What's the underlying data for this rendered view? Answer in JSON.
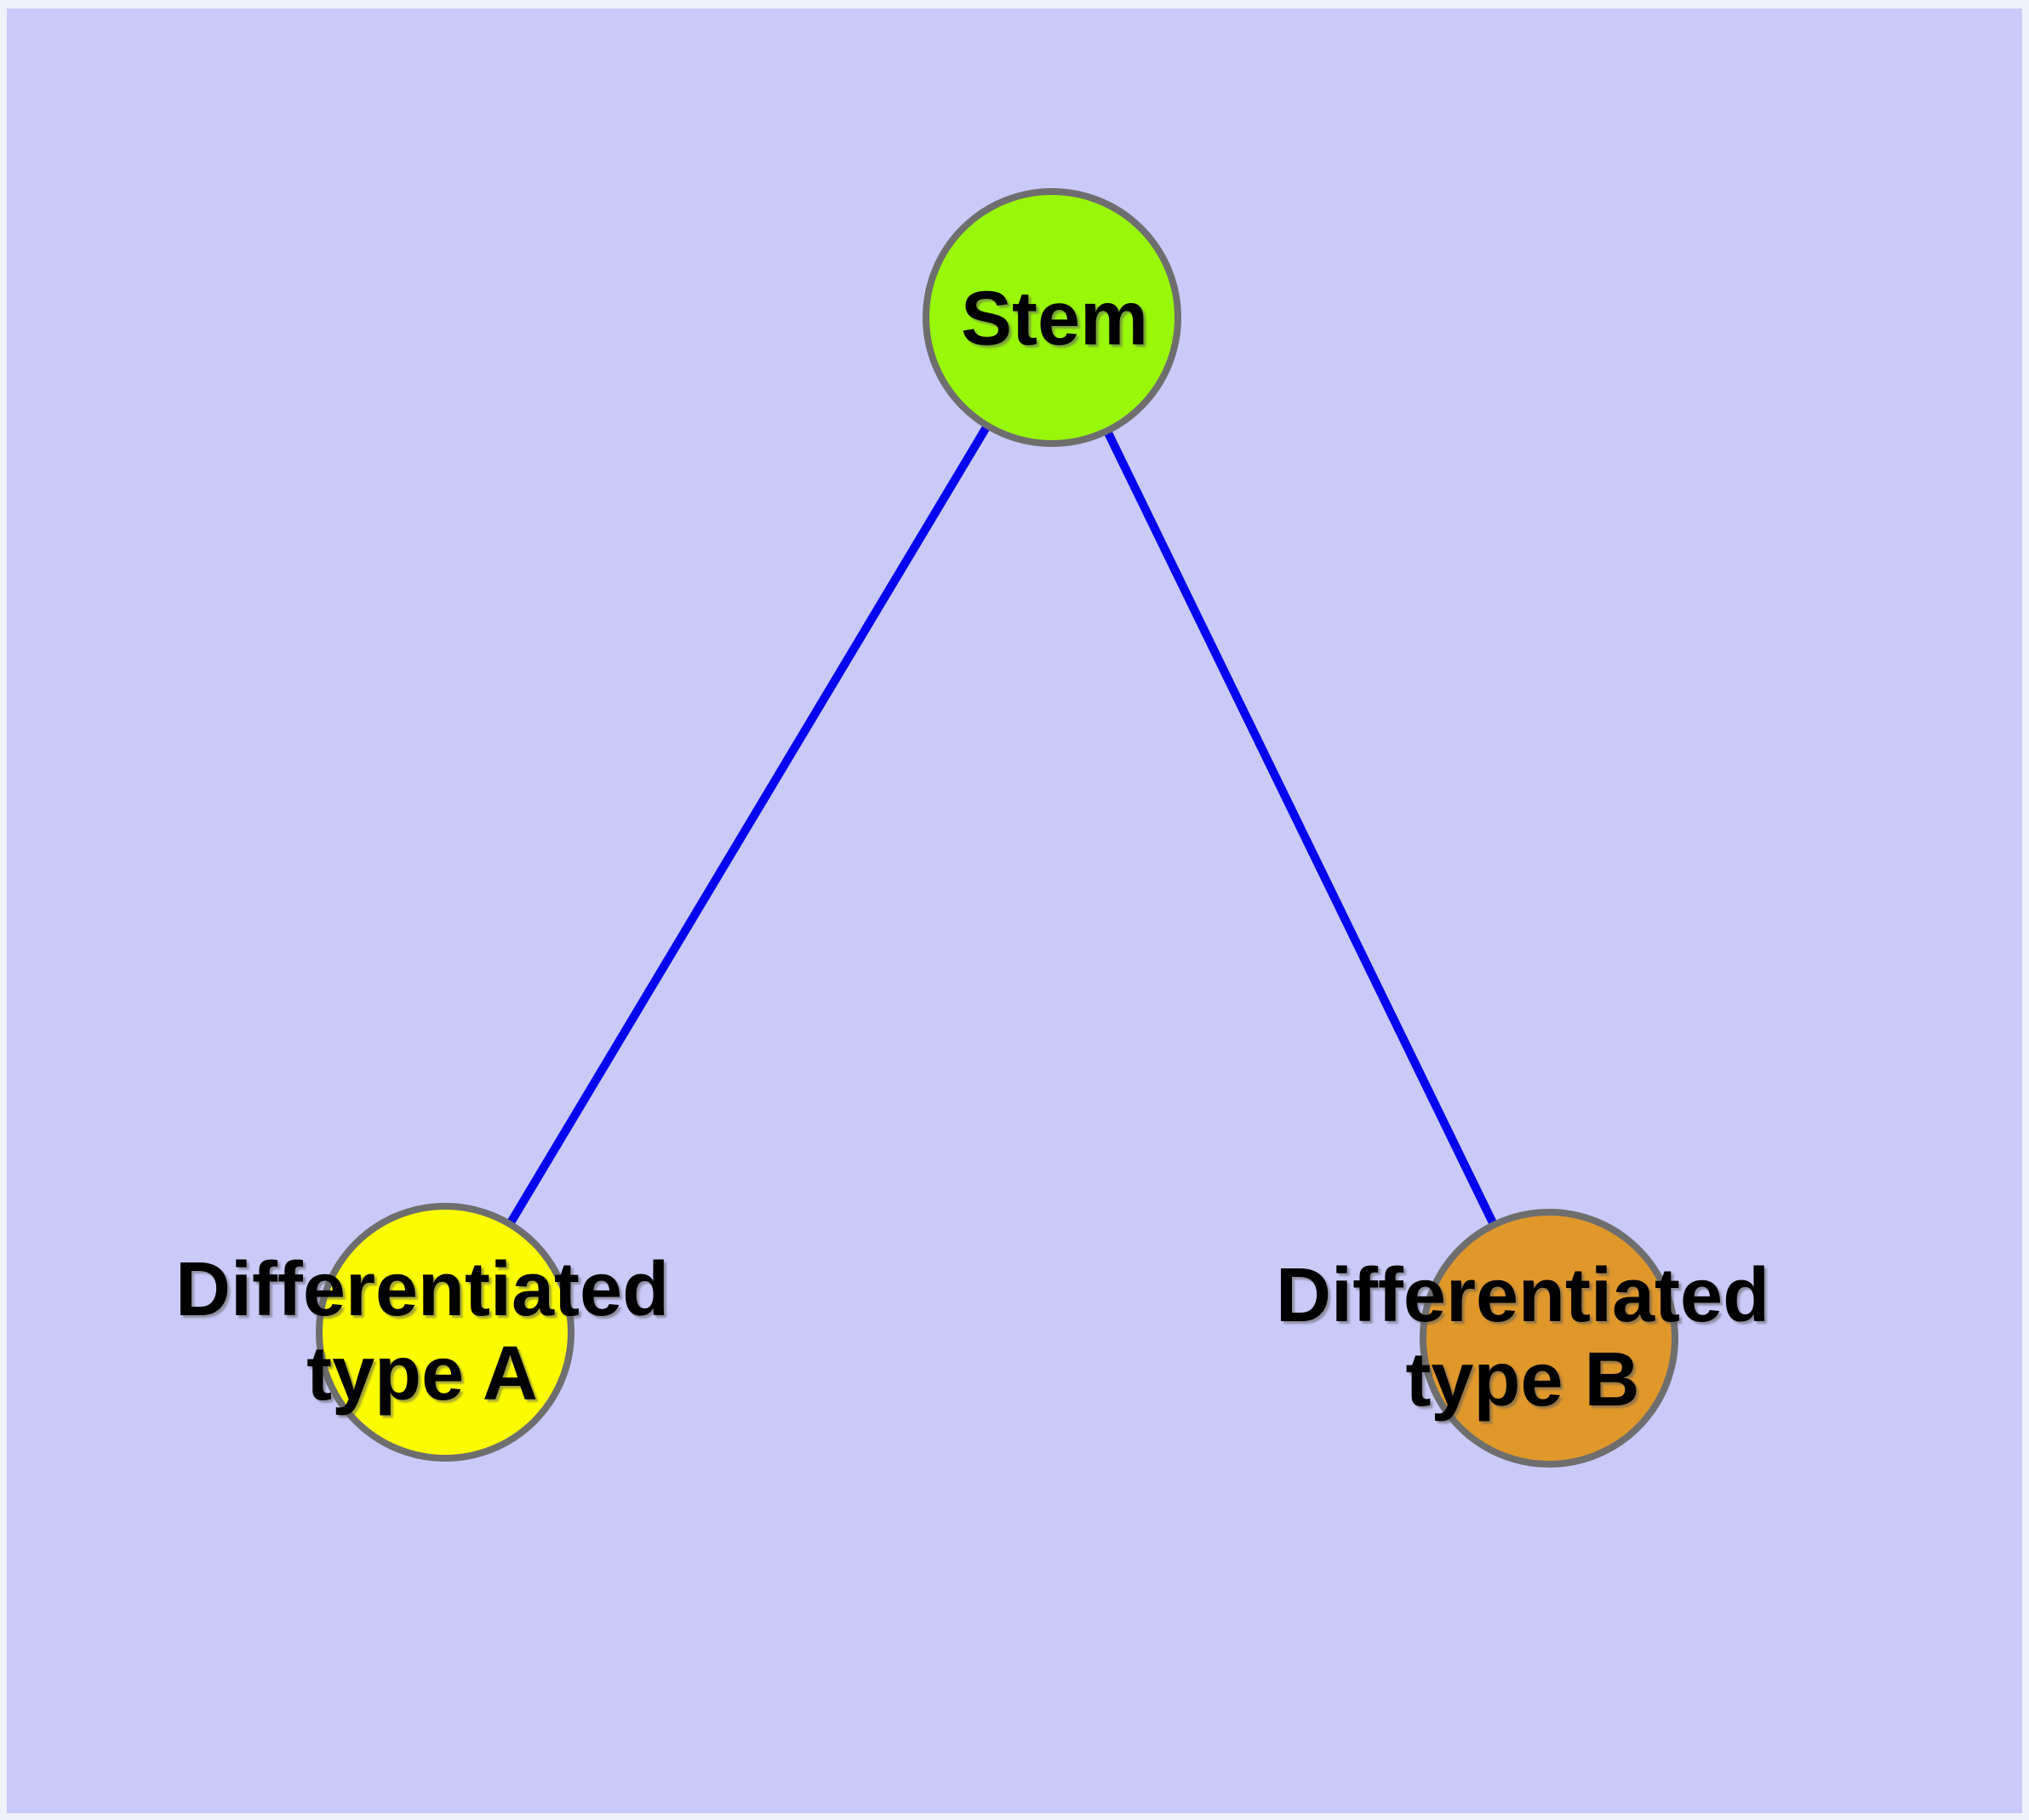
{
  "diagram": {
    "background_color": "#CACAF9",
    "frame_color": "#F1F1FC",
    "edge_color": "#0404EE",
    "node_border_color": "#6E6E6E",
    "label_color": "#000000",
    "nodes": {
      "stem": {
        "label": "Stem",
        "color": "#99F70A"
      },
      "type_a": {
        "label_line1": "Differentiated",
        "label_line2": "type A",
        "color": "#FCFC00"
      },
      "type_b": {
        "label_line1": "Differentiated",
        "label_line2": "type B",
        "color": "#E0982B"
      }
    },
    "edges": [
      {
        "from": "Stem",
        "to": "Differentiated type A"
      },
      {
        "from": "Stem",
        "to": "Differentiated type B"
      }
    ]
  }
}
